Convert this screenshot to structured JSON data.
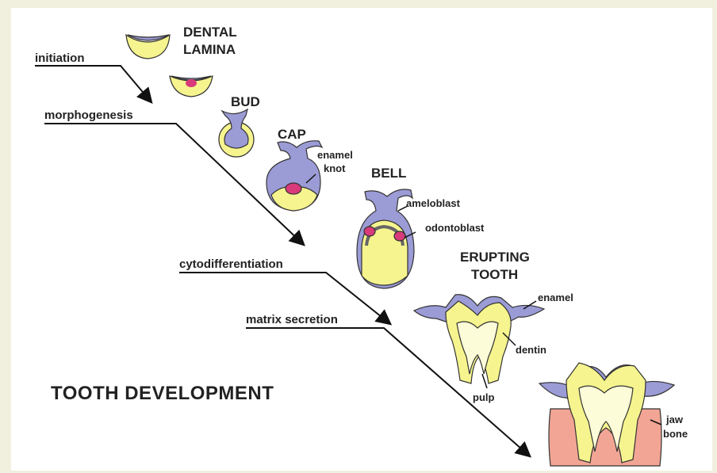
{
  "title": "TOOTH DEVELOPMENT",
  "processes": [
    {
      "label": "initiation"
    },
    {
      "label": "morphogenesis"
    },
    {
      "label": "cytodifferentiation"
    },
    {
      "label": "matrix secretion"
    }
  ],
  "stages": {
    "dental_lamina": {
      "line1": "DENTAL",
      "line2": "LAMINA"
    },
    "bud": "BUD",
    "cap": "CAP",
    "bell": "BELL",
    "erupting": {
      "line1": "ERUPTING",
      "line2": "TOOTH"
    },
    "mature": ""
  },
  "annotations": {
    "enamel_knot": {
      "line1": "enamel",
      "line2": "knot"
    },
    "ameloblast": "ameloblast",
    "odontoblast": "odontoblast",
    "enamel": "enamel",
    "dentin": "dentin",
    "pulp": "pulp",
    "jaw_bone": {
      "line1": "jaw",
      "line2": "bone"
    }
  },
  "colors": {
    "purple": "#9b9bd6",
    "purple_dark": "#5a5aa8",
    "yellow": "#f6f48e",
    "pale_yellow": "#fcfcd8",
    "pink": "#d93a7a",
    "bone": "#f2a594",
    "line": "#111111"
  }
}
